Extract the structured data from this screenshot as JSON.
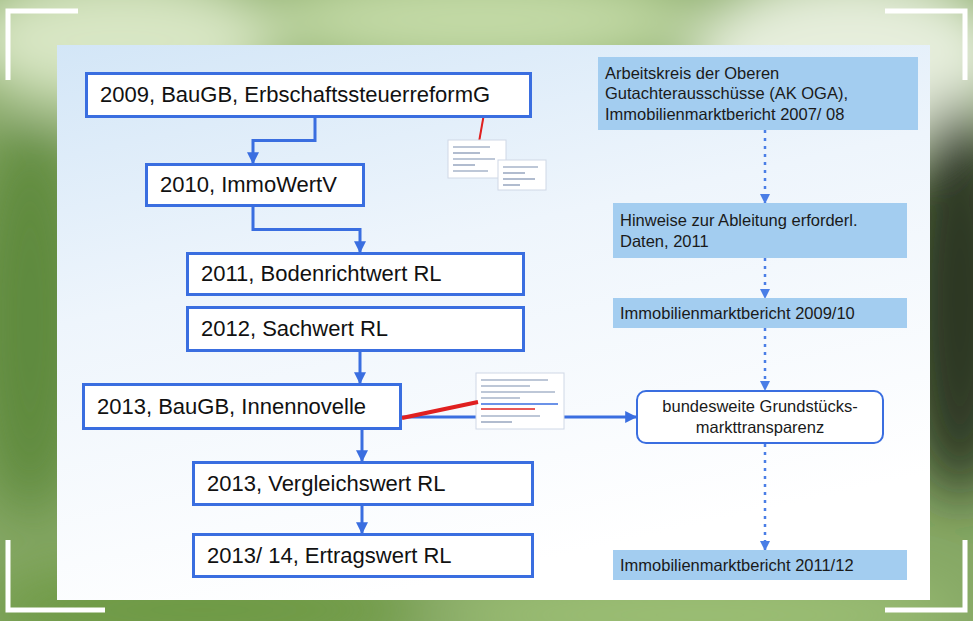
{
  "diagram": {
    "nodes": [
      {
        "text": [
          "2009, BauGB, ErbschaftssteuerreformG"
        ]
      },
      {
        "text": [
          "2010, ImmoWertV"
        ]
      },
      {
        "text": [
          "2011, Bodenrichtwert RL"
        ]
      },
      {
        "text": [
          "2012, Sachwert RL"
        ]
      },
      {
        "text": [
          "2013, BauGB, Innennovelle"
        ]
      },
      {
        "text": [
          "2013, Vergleichswert RL"
        ]
      },
      {
        "text": [
          "2013/ 14, Ertragswert RL"
        ]
      },
      {
        "text": [
          "Arbeitskreis der Oberen Gutachterausschüsse (AK OGA), Immobilienmarktbericht 2007/ 08"
        ]
      },
      {
        "text": [
          "Hinweise zur Ableitung erforderl. Daten, 2011"
        ]
      },
      {
        "text": [
          "Immobilienmarktbericht 2009/10"
        ]
      },
      {
        "text": [
          "bundesweite Grundstücks- markttransparenz"
        ]
      },
      {
        "text": [
          "Immobilienmarktbericht 2011/12"
        ]
      }
    ],
    "edges": [
      {
        "from": 0,
        "to": 1,
        "arrow": "to"
      },
      {
        "from": 1,
        "to": 2,
        "arrow": "to"
      },
      {
        "from": 3,
        "to": 4,
        "arrow": "to"
      },
      {
        "from": 4,
        "to": 5,
        "arrow": "to"
      },
      {
        "from": 5,
        "to": 6,
        "arrow": "to"
      },
      {
        "from": 7,
        "to": 8,
        "arrow": "to"
      },
      {
        "from": 8,
        "to": 9,
        "arrow": "to"
      },
      {
        "from": 9,
        "to": 10,
        "arrow": "to"
      },
      {
        "from": 10,
        "to": 11,
        "arrow": "to"
      },
      {
        "from": 4,
        "to": 10,
        "arrow": "to"
      }
    ]
  }
}
